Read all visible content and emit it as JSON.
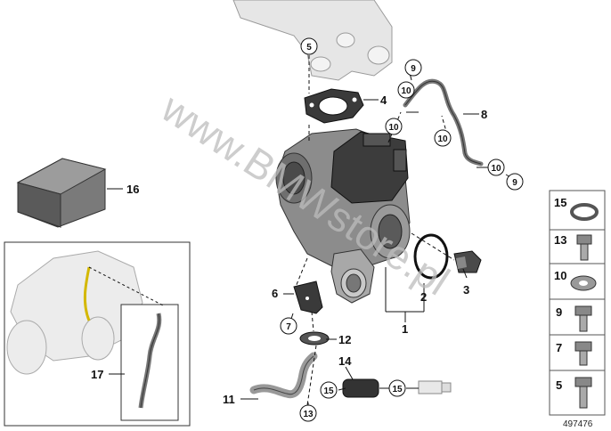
{
  "diagram": {
    "watermark": "www.BMWstore.pl",
    "part_number": "497476",
    "callouts": {
      "c1": "1",
      "c2": "2",
      "c3": "3",
      "c4": "4",
      "c5": "5",
      "c7": "7",
      "c8": "8",
      "c9a": "9",
      "c9b": "9",
      "c10a": "10",
      "c10b": "10",
      "c10c": "10",
      "c10d": "10",
      "c11": "11",
      "c12": "12",
      "c13": "13",
      "c14": "14",
      "c15a": "15",
      "c15b": "15",
      "c16": "16",
      "c17": "17",
      "c6": "6"
    },
    "legend": {
      "items": [
        "15",
        "13",
        "10",
        "9",
        "7",
        "5"
      ]
    }
  }
}
